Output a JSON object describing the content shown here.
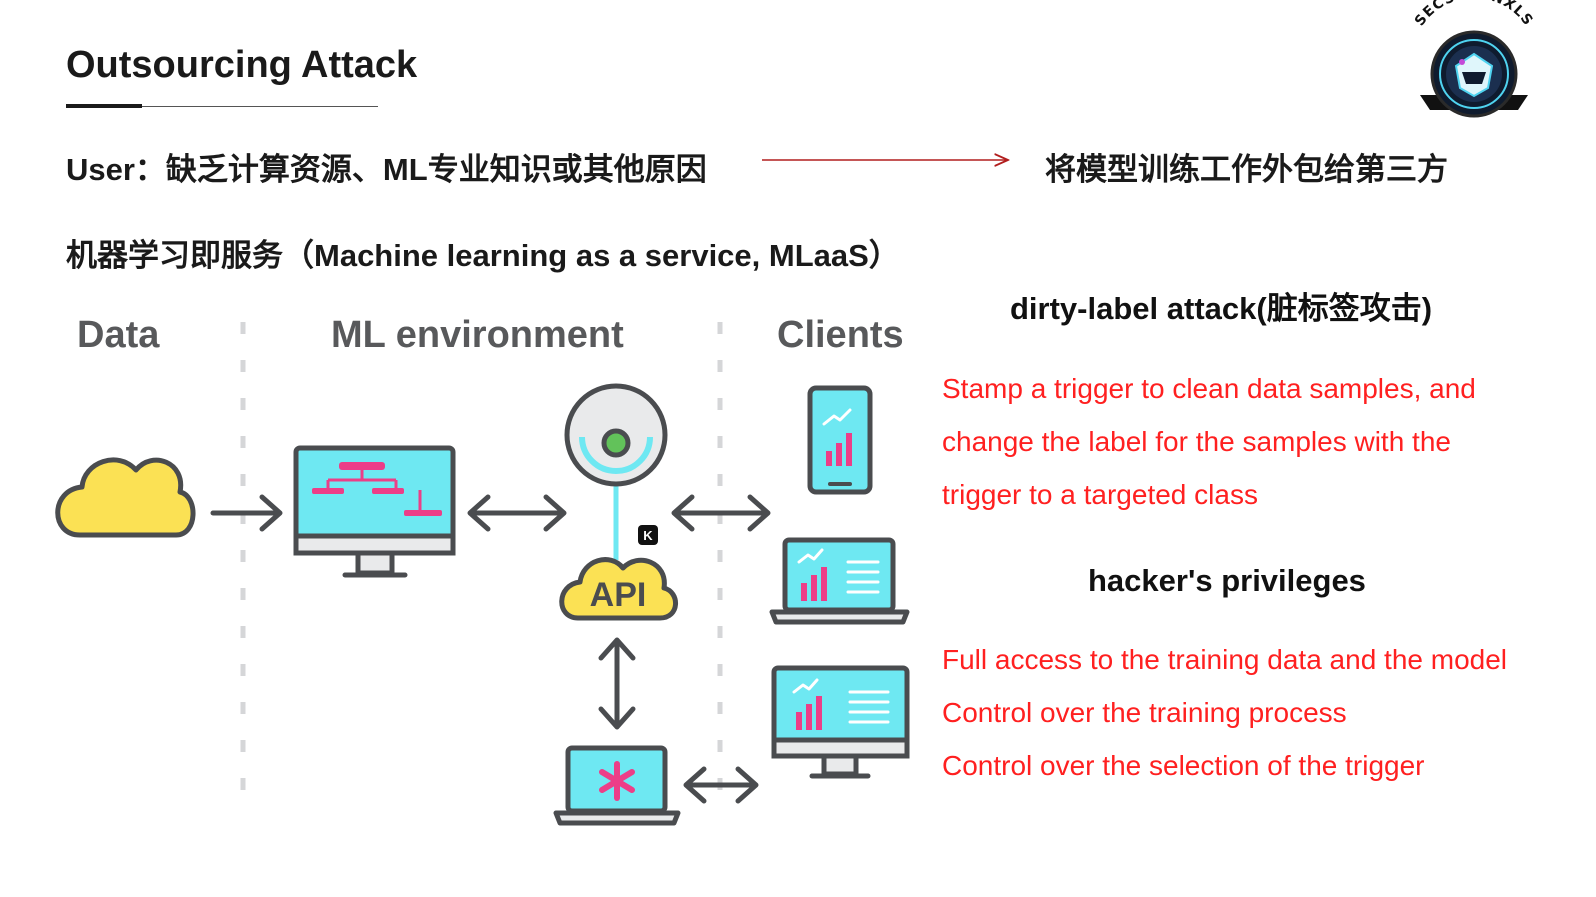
{
  "slide": {
    "title": "Outsourcing Attack",
    "user_line": "User：缺乏计算资源、ML专业知识或其他原因",
    "outsource_text": "将模型训练工作外包给第三方",
    "mlaas_line": "机器学习即服务（Machine learning as a service, MLaaS）"
  },
  "diagram": {
    "col_data": "Data",
    "col_ml": "ML environment",
    "col_clients": "Clients",
    "api_label": "API",
    "small_badge": "K"
  },
  "logo": {
    "text": "SECSURENXLS"
  },
  "dirty_label": {
    "heading": "dirty-label attack(脏标签攻击)",
    "lines": [
      "Stamp a trigger to clean data samples, and",
      "change the label for the samples with the",
      "trigger to a targeted class"
    ]
  },
  "privileges": {
    "heading": "hacker's privileges",
    "lines": [
      "Full access to the training data and the model",
      "Control over the training process",
      "Control over the selection of the trigger"
    ]
  },
  "colors": {
    "red": "#ff2020",
    "cyan": "#6ee8f2",
    "pink": "#ec3e88",
    "yellow": "#fbe154",
    "outline": "#5d5f61"
  }
}
